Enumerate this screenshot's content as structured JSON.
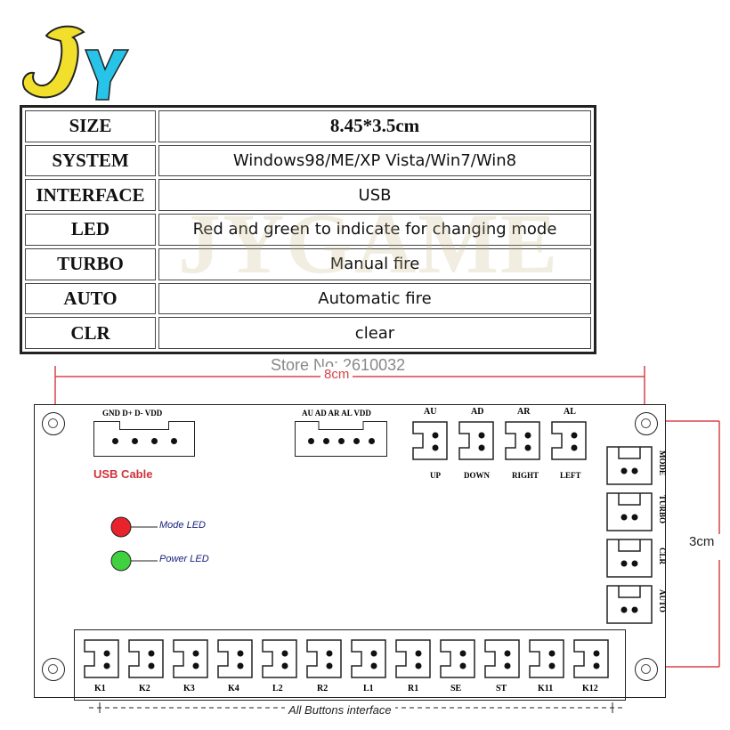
{
  "logo": {
    "text": "JY",
    "colors": {
      "j": "#f2df2c",
      "y": "#27c3e8",
      "outline": "#222222"
    }
  },
  "spec_table": {
    "rows": [
      {
        "key": "SIZE",
        "value": "8.45*3.5cm"
      },
      {
        "key": "SYSTEM",
        "value": "Windows98/ME/XP Vista/Win7/Win8"
      },
      {
        "key": "INTERFACE",
        "value": "USB"
      },
      {
        "key": "LED",
        "value": "Red and green to indicate for changing mode"
      },
      {
        "key": "TURBO",
        "value": "Manual fire"
      },
      {
        "key": "AUTO",
        "value": "Automatic fire"
      },
      {
        "key": "CLR",
        "value": "clear"
      }
    ]
  },
  "store_text": "Store No: 2610032",
  "watermark": {
    "text": "JYGAME"
  },
  "dimensions": {
    "width_label": "8cm",
    "height_label": "3cm",
    "line_color": "#d8434b"
  },
  "board": {
    "usb_label": "GND D+ D- VDD",
    "usb_cable_label": "USB Cable",
    "usb_cable_color": "#d0323a",
    "joystick_label": "AU AD AR AL VDD",
    "leds": [
      {
        "label": "Mode LED",
        "color": "#e8232b"
      },
      {
        "label": "Power LED",
        "color": "#3fd13f"
      }
    ],
    "led_label_color": "#1a237e",
    "directions": [
      {
        "top": "AU",
        "bottom": "UP"
      },
      {
        "top": "AD",
        "bottom": "DOWN"
      },
      {
        "top": "AR",
        "bottom": "RIGHT"
      },
      {
        "top": "AL",
        "bottom": "LEFT"
      }
    ],
    "side_buttons": [
      "MODE",
      "TURBO",
      "CLR",
      "AUTO"
    ],
    "buttons": [
      "K1",
      "K2",
      "K3",
      "K4",
      "L2",
      "R2",
      "L1",
      "R1",
      "SE",
      "ST",
      "K11",
      "K12"
    ],
    "all_buttons_label": "All Buttons interface"
  }
}
